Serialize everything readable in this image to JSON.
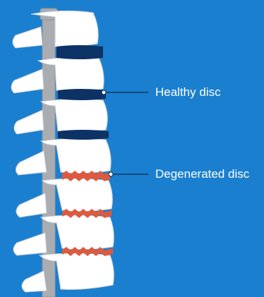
{
  "colors": {
    "background": "#1b7fd0",
    "bone": "#ffffff",
    "outline": "#c6cdd4",
    "spinal_cord": "#a9adb2",
    "healthy_disc": "#0c3266",
    "degenerated_disc": "#e0593d",
    "leader_line": "#0c2a4a"
  },
  "labels": {
    "healthy": "Healthy disc",
    "degenerated": "Degenerated disc"
  },
  "discs": [
    {
      "state": "healthy"
    },
    {
      "state": "healthy"
    },
    {
      "state": "healthy"
    },
    {
      "state": "degenerated"
    },
    {
      "state": "degenerated"
    },
    {
      "state": "degenerated"
    }
  ]
}
